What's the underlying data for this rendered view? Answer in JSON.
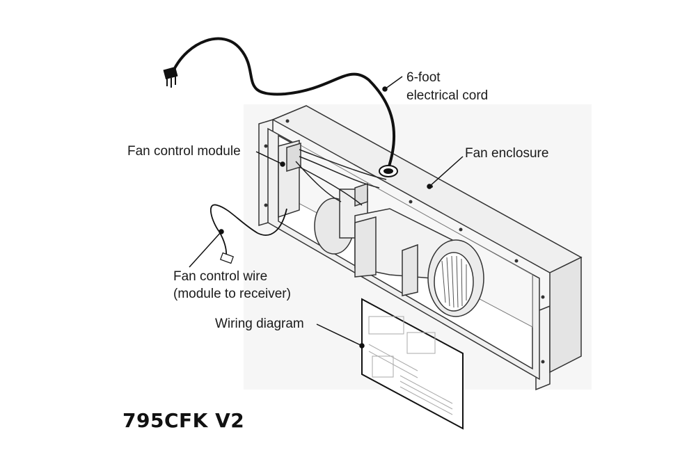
{
  "labels": {
    "cord_line1": "6-foot",
    "cord_line2": "electrical cord",
    "fan_enclosure": "Fan enclosure",
    "fan_control_module": "Fan control module",
    "fan_control_wire_line1": "Fan control wire",
    "fan_control_wire_line2": "(module to receiver)",
    "wiring_diagram": "Wiring diagram"
  },
  "model": "795CFK V2",
  "icons": [
    "plug-icon",
    "cord-grommet-icon",
    "blower-fan-icon",
    "connector-icon"
  ],
  "colors": {
    "line": "#2a2a2a",
    "shade": "#e9e9e9",
    "text": "#1a1a1a"
  }
}
